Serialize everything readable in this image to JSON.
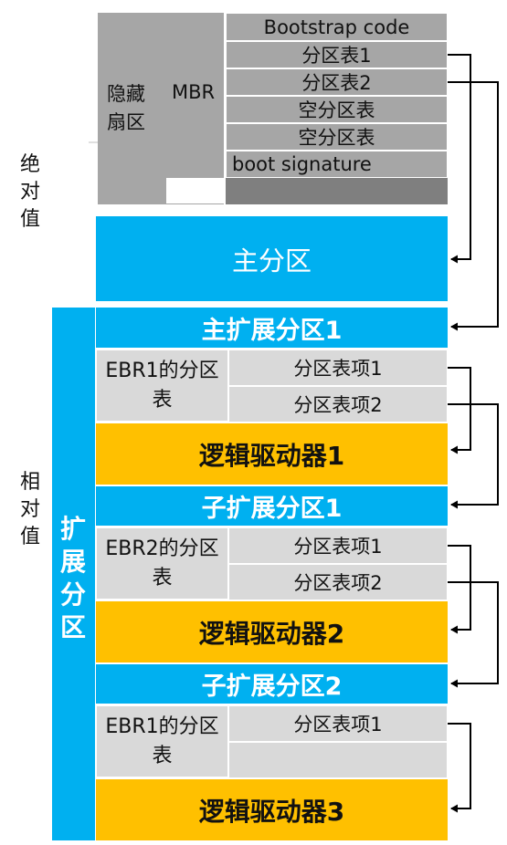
{
  "labels": {
    "absolute": "绝对值",
    "relative": "相对值",
    "hidden_sector": "隐藏扇区",
    "mbr": "MBR",
    "extended_partition": "扩展分区"
  },
  "mbr_rows": [
    "Bootstrap code",
    "分区表1",
    "分区表2",
    "空分区表",
    "空分区表",
    "boot signature"
  ],
  "primary_partition": "主分区",
  "main_extended": "主扩展分区1",
  "groups": [
    {
      "ebr": "EBR1的分区表",
      "entries": [
        "分区表项1",
        "分区表项2"
      ],
      "drive": "逻辑驱动器1",
      "sub_extended": "子扩展分区1"
    },
    {
      "ebr": "EBR2的分区表",
      "entries": [
        "分区表项1",
        "分区表项2"
      ],
      "drive": "逻辑驱动器2",
      "sub_extended": "子扩展分区2"
    },
    {
      "ebr": "EBR1的分区表",
      "entries": [
        "分区表项1",
        ""
      ],
      "drive": "逻辑驱动器3"
    }
  ],
  "colors": {
    "gray": "#a6a6a6",
    "light_gray": "#d9d9d9",
    "blue": "#00b0f0",
    "orange": "#ffc000",
    "arrow": "#000000"
  }
}
